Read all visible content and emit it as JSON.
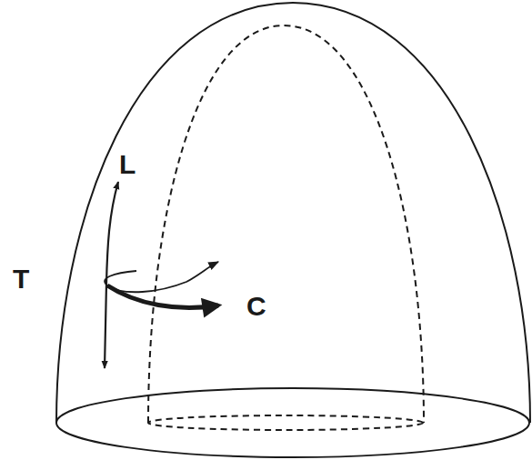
{
  "diagram": {
    "labels": [
      "L",
      "T",
      "C"
    ]
  }
}
